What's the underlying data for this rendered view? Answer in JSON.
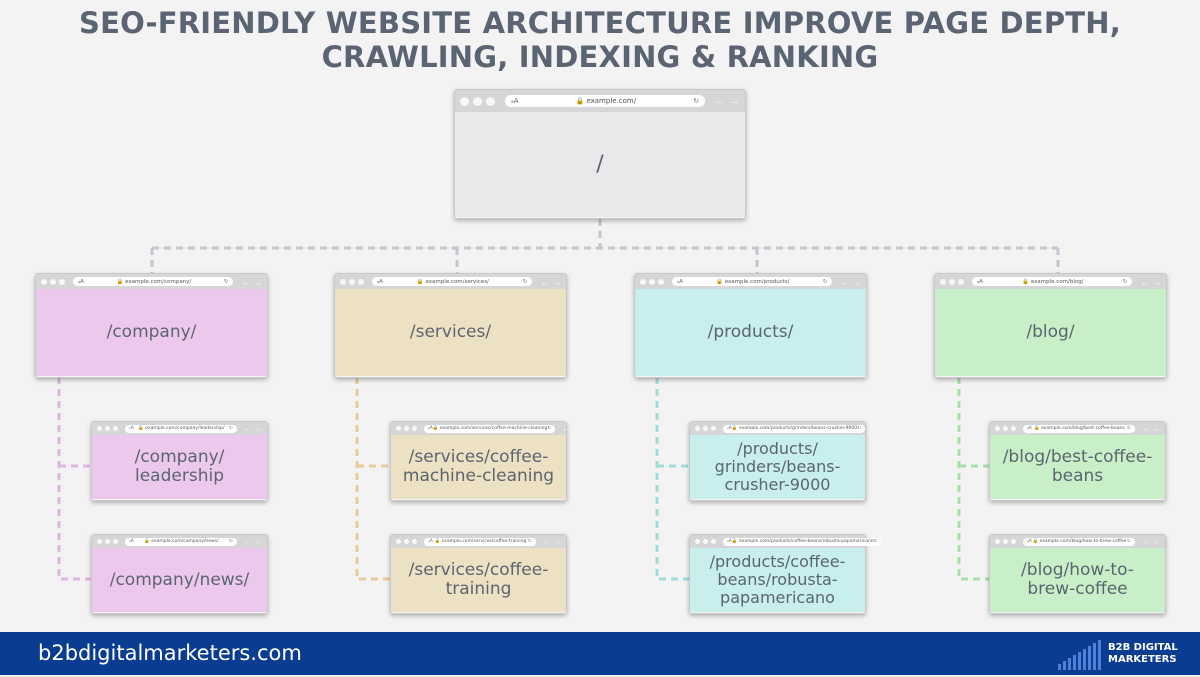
{
  "title": "SEO-FRIENDLY WEBSITE ARCHITECTURE IMPROVE PAGE DEPTH, CRAWLING, INDEXING & RANKING",
  "browser": {
    "aa": "ₐA",
    "lock": "🔒",
    "reload": "↻",
    "nav": "← →"
  },
  "colors": {
    "root": "#e9e9ec",
    "company": "#ecc9ec",
    "services": "#ede1c4",
    "products": "#c9eeee",
    "blog": "#c9efc9",
    "connector_root": "#c5c5d2",
    "connector_company": "#e2b6e2",
    "connector_services": "#e8cc97",
    "connector_products": "#9fdddd",
    "connector_blog": "#a6e0a6",
    "footer": "#0a3d91"
  },
  "root": {
    "url": "example.com/",
    "label": "/"
  },
  "sections": {
    "company": {
      "url": "example.com/company/",
      "label": "/company/",
      "children": [
        {
          "url": "example.com/company/leadership/",
          "label": "/company/\nleadership"
        },
        {
          "url": "example.com/company/news/",
          "label": "/company/news/"
        }
      ]
    },
    "services": {
      "url": "example.com/services/",
      "label": "/services/",
      "children": [
        {
          "url": "example.com/services/coffee-machine-cleaning",
          "label": "/services/coffee-\nmachine-cleaning"
        },
        {
          "url": "example.com/services/coffee-training",
          "label": "/services/coffee-\ntraining"
        }
      ]
    },
    "products": {
      "url": "example.com/products/",
      "label": "/products/",
      "children": [
        {
          "url": "example.com/products/grinders/beans-crusher-9000",
          "label": "/products/\ngrinders/beans-\ncrusher-9000"
        },
        {
          "url": "example.com/products/coffee-beans/robusta-papamericano",
          "label": "/products/coffee-\nbeans/robusta-\npapamericano"
        }
      ]
    },
    "blog": {
      "url": "example.com/blog/",
      "label": "/blog/",
      "children": [
        {
          "url": "example.com/blog/best-coffee-beans",
          "label": "/blog/best-coffee-\nbeans"
        },
        {
          "url": "example.com/blog/how-to-brew-coffee",
          "label": "/blog/how-to-\nbrew-coffee"
        }
      ]
    }
  },
  "footer": {
    "site": "b2bdigitalmarketers.com",
    "logo_text": "B2B DIGITAL\nMARKETERS"
  }
}
